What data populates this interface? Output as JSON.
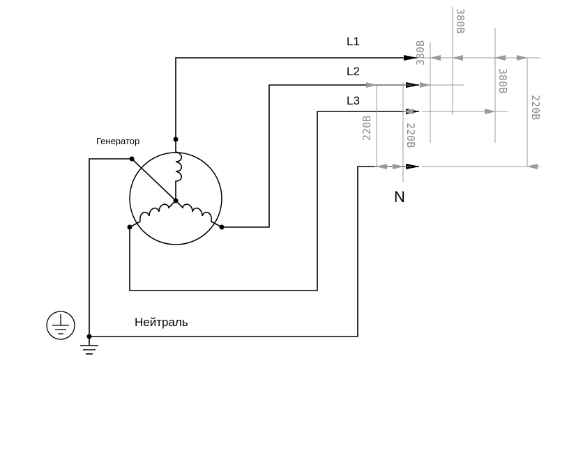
{
  "labels": {
    "generator": "Генератор",
    "neutral": "Нейтраль",
    "n": "N",
    "l1": "L1",
    "l2": "L2",
    "l3": "L3"
  },
  "dimensions": {
    "d1": "380В",
    "d2": "380В",
    "d3": "380В",
    "d4": "220В",
    "d5": "220В",
    "d6": "220В"
  },
  "icons": {
    "ground_symbol": "earth-ground-icon",
    "ground_circle": "protective-earth-icon"
  },
  "colors": {
    "wire": "#000000",
    "dimension": "#9a9a9a"
  }
}
